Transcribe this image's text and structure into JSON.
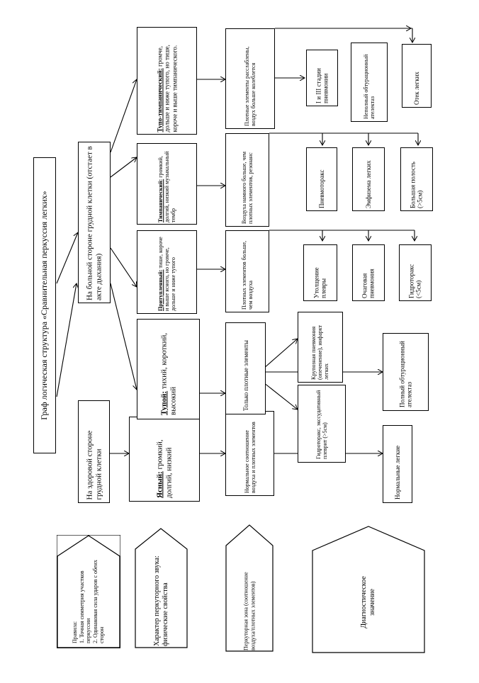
{
  "title": "Граф логическая структура «Сравнительная перкуссия легких»",
  "rules": {
    "heading": "Правила:",
    "items": [
      "1. Точная симметрия участков перкуссии",
      "2. Одинаковая сила ударов с обеих сторон"
    ]
  },
  "legend": {
    "sound_character": "Характер перкуторного звука: физические свойства",
    "zone": "Перкуторная зона (соотношение воздуха/плотных элементов)",
    "diagnostic": "Диагностическое значение"
  },
  "sides": {
    "healthy": "На здоровой стороне грудной клетки",
    "sick": "На больной стороне грудной клетки (отстает в акте дыхания)"
  },
  "sounds": {
    "clear": {
      "name": "Ясный:",
      "desc": "громкий, долгий, низкий"
    },
    "dull": {
      "name": "Тупой:",
      "desc": "тихий, короткий, высокий"
    },
    "muffled": {
      "name": "Притупленный:",
      "desc": "тише, короче и выше ясного, но громче, дольше и ниже тупого"
    },
    "tympanic": {
      "name": "Тимпанический:",
      "desc": "громкий, долгий, низкий музыкальный тембр"
    },
    "dull_tymp": {
      "name": "Тупо-тимпанический:",
      "desc": "громче, дольше и ниже тупого, но тише, короче и выше тимпанического."
    }
  },
  "zones": {
    "clear": "Нормальное соотношение воздуха и плотных элементов",
    "dull": "Только плотные элементы",
    "muffled": "Плотных элементов больше, чем воздуха",
    "tympanic": "Воздуха намного больше, чем плотных элементов, резонанс",
    "dull_tymp": "Плотные элементы расслаблены, воздух больше колеблется"
  },
  "diagnoses": {
    "normal": "Нормальные легкие",
    "hydro_exud": "Гидроторакс, экссудативный плеврит (>5см)",
    "croupous": "Крупозная пневмония (опеченение), инфаркт легких",
    "full_atel": "Полный обтурационный ателектаз",
    "pleura": "Утолщение плевры",
    "focal": "Очаговая пневмония",
    "hydro_small": "Гидроторакс (<5см)",
    "pneumothorax": "Пневмоторакс",
    "emphysema": "Эмфизема легких",
    "cavity": "Большая полость (>5см)",
    "stage": "I и III стадии пневмонии",
    "partial_atel": "Неполный обтурационный ателектаз",
    "edema": "Отек легких"
  }
}
